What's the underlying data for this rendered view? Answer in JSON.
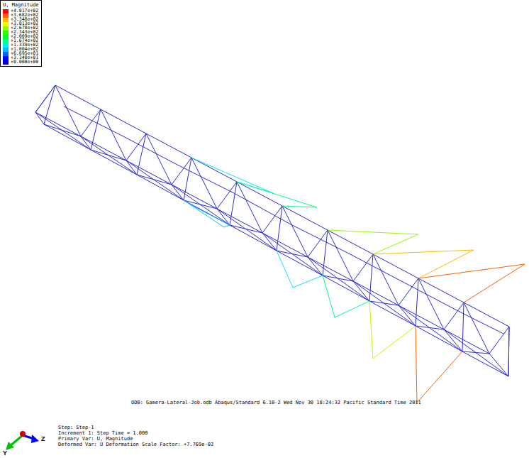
{
  "diagram": {
    "labels": [
      "U, Magnitude",
      "ODB: Gamera-Lateral-Job.odb    Abaqus/Standard 6.10-2    Wed Nov 30 18:24:32 Pacific Standard Time 2011",
      "Step: Step-1",
      "Increment      1: Step Time =    1.000",
      "Primary Var: U, Magnitude",
      "Deformed Var: U   Deformation Scale Factor: +7.769e-02",
      "Y",
      "Z"
    ],
    "legend": [
      {
        "text": "+4.017e+02",
        "color": "#ff0000"
      },
      {
        "text": "+3.682e+02",
        "color": "#ff5d00"
      },
      {
        "text": "+3.348e+02",
        "color": "#ffb900"
      },
      {
        "text": "+3.013e+02",
        "color": "#e8ff00"
      },
      {
        "text": "+2.678e+02",
        "color": "#8bff00"
      },
      {
        "text": "+2.343e+02",
        "color": "#2eff00"
      },
      {
        "text": "+2.009e+02",
        "color": "#00ff2e"
      },
      {
        "text": "+1.674e+02",
        "color": "#00ff8b"
      },
      {
        "text": "+1.339e+02",
        "color": "#00e8ff"
      },
      {
        "text": "+1.004e+02",
        "color": "#00b9ff"
      },
      {
        "text": "+6.695e+01",
        "color": "#005dff"
      },
      {
        "text": "+3.348e+01",
        "color": "#0000ff"
      },
      {
        "text": "+0.000e+00",
        "color": "#0000c8"
      }
    ]
  }
}
